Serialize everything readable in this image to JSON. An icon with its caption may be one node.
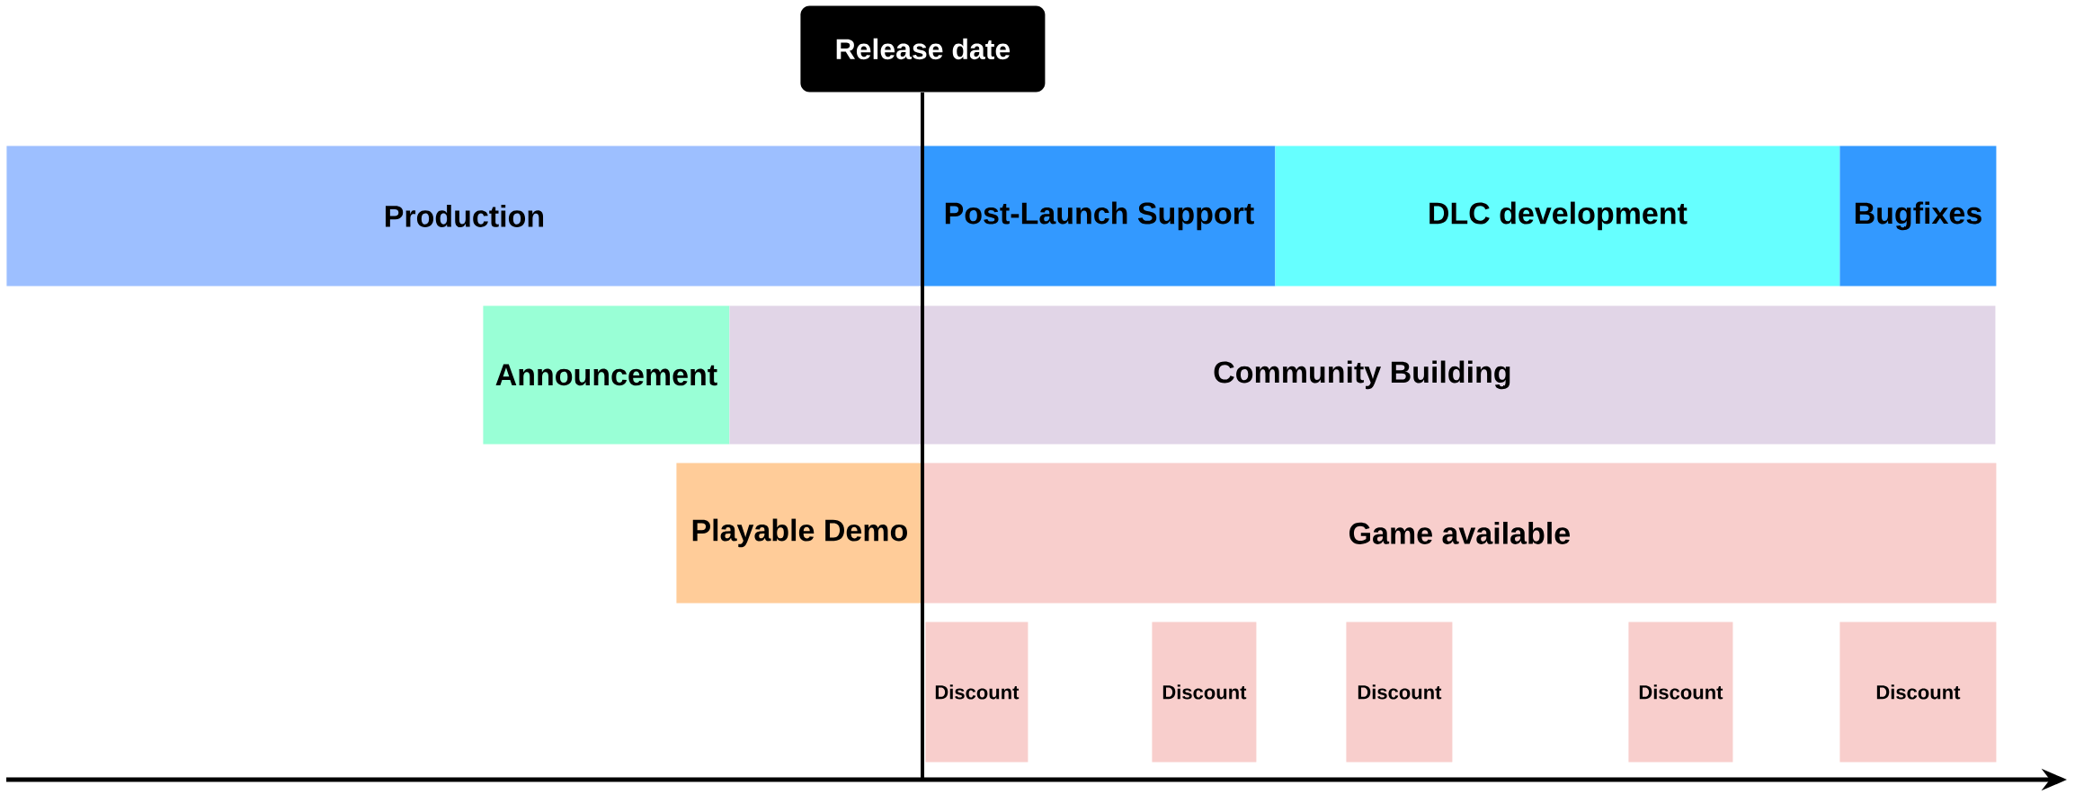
{
  "diagram": {
    "nodes": [
      {
        "text": [
          "Release date"
        ]
      },
      {
        "text": [
          "Production"
        ]
      },
      {
        "text": [
          "Post-Launch Support"
        ]
      },
      {
        "text": [
          "DLC development"
        ]
      },
      {
        "text": [
          "Bugfixes"
        ]
      },
      {
        "text": [
          "Announcement"
        ]
      },
      {
        "text": [
          "Community Building"
        ]
      },
      {
        "text": [
          "Playable Demo"
        ]
      },
      {
        "text": [
          "Game available"
        ]
      },
      {
        "text": [
          "Discount"
        ]
      },
      {
        "text": [
          "Discount"
        ]
      },
      {
        "text": [
          "Discount"
        ]
      },
      {
        "text": [
          "Discount"
        ]
      },
      {
        "text": [
          "Discount"
        ]
      }
    ],
    "edges": []
  }
}
